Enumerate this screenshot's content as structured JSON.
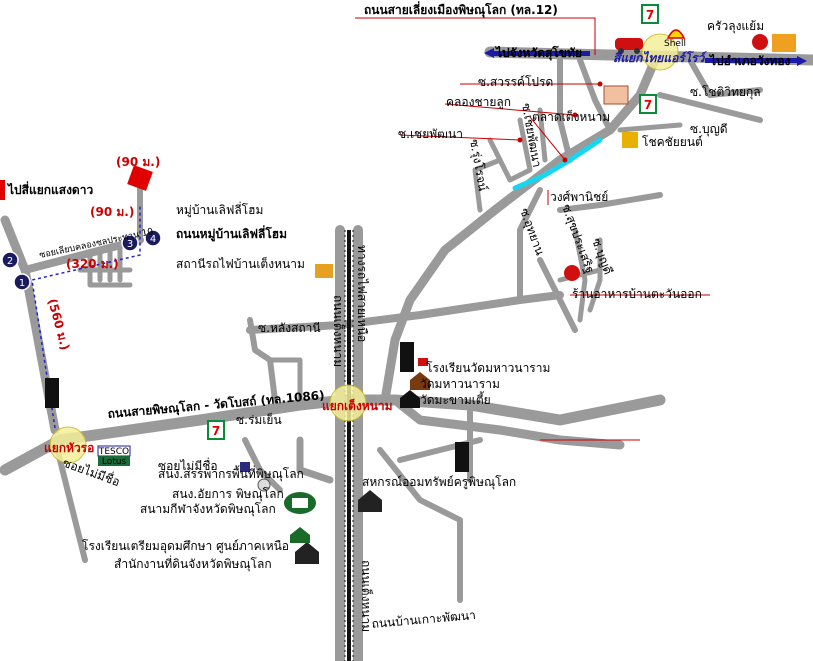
{
  "map": {
    "labels": {
      "highway12": "ถนนสายเลี่ยงเมืองพิษณุโลก (ทล.12)",
      "to_sukhothai": "ไปจังหวัดสุโขทัย",
      "intersection_indo_china": "สี่แยกไทยแอร์โรว์",
      "to_wang_thong": "ไปอำเภอวังทอง",
      "krua_lung": "ครัวลุงแย้ม",
      "soi_sawan": "ซ.สวรรค์โปรด",
      "soi_chotiwittayakul": "ซ.โชติวิทยกุล",
      "khlong_chai_luk": "คลองชายลูก",
      "talat_teng_nam": "ตลาดเต็งหนาม",
      "soi_choeiphatthana_a": "ซ.เชยพัฒนา",
      "soi_choeiphatthana_b": "ซ.เชยพัฒนา",
      "soi_bunyadi": "ซ.บุญดี",
      "chokchaiyon": "โชคชัยยนต์",
      "soi_rungroj": "ซ.รุ่งโรจน์",
      "wong_phanit": "วงศ์พานิชย์",
      "soi_utthayan": "ซ.อุทยาน",
      "soi_sukprasert": "ซ.สุขประเสริฐ",
      "soi_bundi2": "ซ.บุญดี",
      "to_saengdao": "ไปสี่แยกแสงดาว",
      "dist_90_a": "(90 ม.)",
      "dist_90_b": "(90 ม.)",
      "moo_ban": "หมู่บ้านเลิฟลี่โฮม",
      "road_moo_ban": "ถนนหมู่บ้านเลิฟลี่โฮม",
      "dist_320": "(320 ม.)",
      "small_soi": "ซอยเลียบคลองชลประทาน 10",
      "station": "สถานีรถไฟบ้านเต็งหนาม",
      "rail_label": "ทางรถไฟสายเหนือ",
      "soi_behind_station": "ซ.หลังสถานี",
      "road_tengnam_a": "ถนนเต็งหนาม",
      "dist_560": "(560 ม.)",
      "school_wat": "โรงเรียนวัดมหาวนาราม",
      "wat_mahawanaram": "วัดมหาวนาราม",
      "wat_khao": "วัดมะขามเตี้ย",
      "road_1086": "ถนนสายพิษณุโลก - วัดโบสถ์ (ทล.1086)",
      "intersection_tengnam": "แยกเต็งหนาม",
      "soi_rom_yen": "ซ.ร่มเย็น",
      "intersection_hua_ro": "แยกหัวรอ",
      "soi_mai_mi_chue_a": "ซอยไม่มีชื่อ",
      "soi_mai_mi_chue_b": "ซอยไม่มีชื่อ",
      "tax_office": "สนง.สรรพากรพื้นที่พิษณุโลก",
      "coop": "สหกรณ์ออมทรัพย์ครูพิษณุโลก",
      "excise": "สนง.อัยการ พิษณุโลก",
      "stadium": "สนามกีฬาจังหวัดพิษณุโลก",
      "school_triam": "โรงเรียนเตรียมอุดมศึกษา ศูนย์ภาคเหนือ",
      "land_office": "สำนักงานที่ดินจังหวัดพิษณุโลก",
      "road_ban_ko": "ถนนบ้านเกาะพัฒนา",
      "road_tengnam_b": "ถนนเต็งหนาม",
      "restaurant": "ร้านอาหารบ้านตะวันออก",
      "tesco_line1": "TESCO",
      "tesco_line2": "Lotus",
      "seven_eleven": "7",
      "shell": "Shell"
    },
    "markers": [
      "1",
      "2",
      "3",
      "4"
    ],
    "colors": {
      "road": "#9a9a9a",
      "label_line": "#cc0000",
      "marker": "#1a1a5e",
      "canal": "#19d6f0",
      "intersection_fill": "#f5ef9a"
    }
  }
}
